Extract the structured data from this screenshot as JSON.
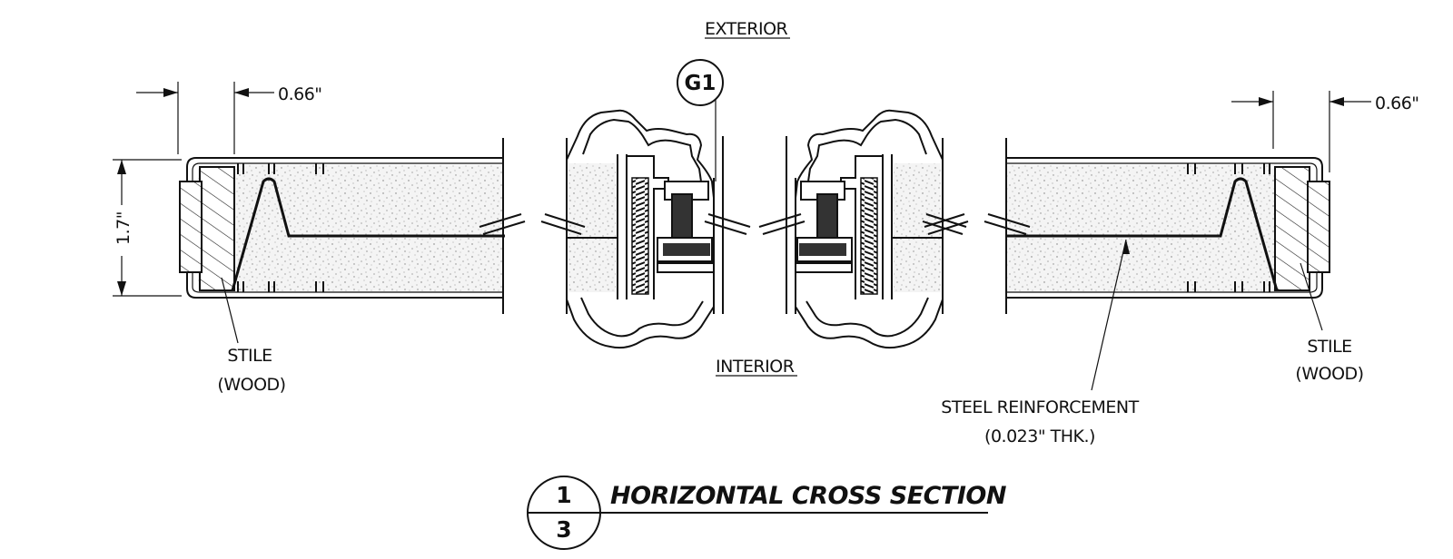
{
  "labels": {
    "exterior": "EXTERIOR",
    "interior": "INTERIOR",
    "glazing_tag": "G1",
    "dim_left": "0.66\"",
    "dim_right": "0.66\"",
    "dim_height": "1.7\"",
    "stile_left_line1": "STILE",
    "stile_left_line2": "(WOOD)",
    "stile_right_line1": "STILE",
    "stile_right_line2": "(WOOD)",
    "steel_line1": "STEEL REINFORCEMENT",
    "steel_line2": "(0.023\" THK.)"
  },
  "title_block": {
    "detail_number": "1",
    "sheet_number": "3",
    "title": "HORIZONTAL CROSS SECTION"
  }
}
